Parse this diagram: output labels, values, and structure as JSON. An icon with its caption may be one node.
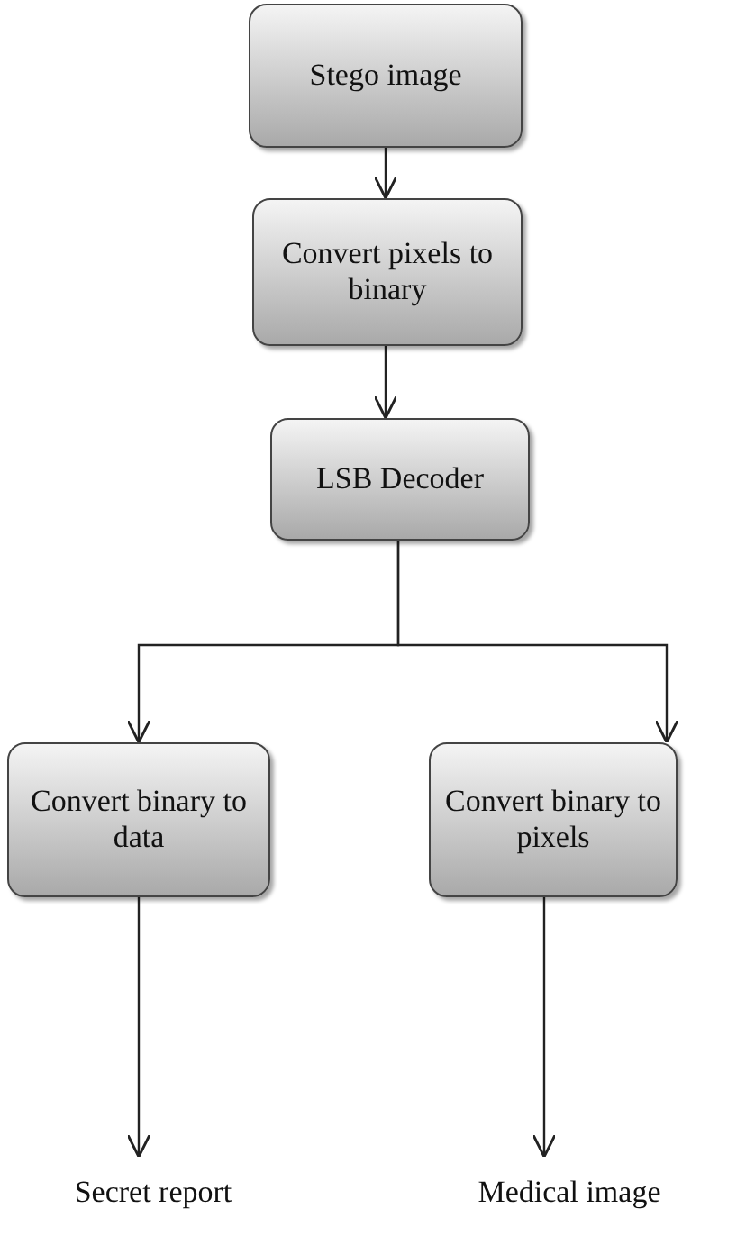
{
  "diagram": {
    "nodes": [
      {
        "text": [
          "Stego image"
        ]
      },
      {
        "text": [
          "Convert pixels to binary"
        ]
      },
      {
        "text": [
          "LSB Decoder"
        ]
      },
      {
        "text": [
          "Convert binary to data"
        ]
      },
      {
        "text": [
          "Convert binary to pixels"
        ]
      },
      {
        "text": [
          "Secret report"
        ]
      },
      {
        "text": [
          "Medical image"
        ]
      }
    ],
    "edges": [
      {
        "from": 0,
        "to": 1,
        "arrow": "to"
      },
      {
        "from": 1,
        "to": 2,
        "arrow": "to"
      },
      {
        "from": 2,
        "to": 3,
        "arrow": "to"
      },
      {
        "from": 2,
        "to": 4,
        "arrow": "to"
      },
      {
        "from": 3,
        "to": 5,
        "arrow": "to"
      },
      {
        "from": 4,
        "to": 6,
        "arrow": "to"
      }
    ]
  }
}
